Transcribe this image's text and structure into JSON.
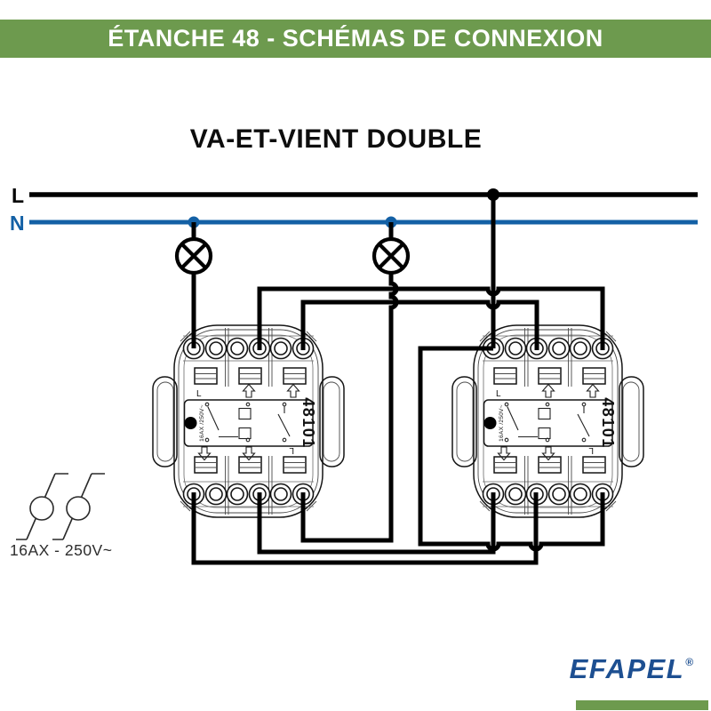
{
  "header": {
    "title": "ÉTANCHE 48 - SCHÉMAS DE CONNEXION"
  },
  "diagram": {
    "title": "VA-ET-VIENT DOUBLE",
    "phase_label": "L",
    "neutral_label": "N",
    "caption": "16AX - 250V~"
  },
  "device": {
    "model": "48101",
    "rating": "16AX /250V~",
    "line_label": "L"
  },
  "footer": {
    "brand": "EFAPEL",
    "registered": "®"
  },
  "colors": {
    "header_green": "#6d9a4e",
    "neutral_blue": "#1360a5",
    "brand_blue": "#1d4f91",
    "wire_black": "#000000"
  }
}
